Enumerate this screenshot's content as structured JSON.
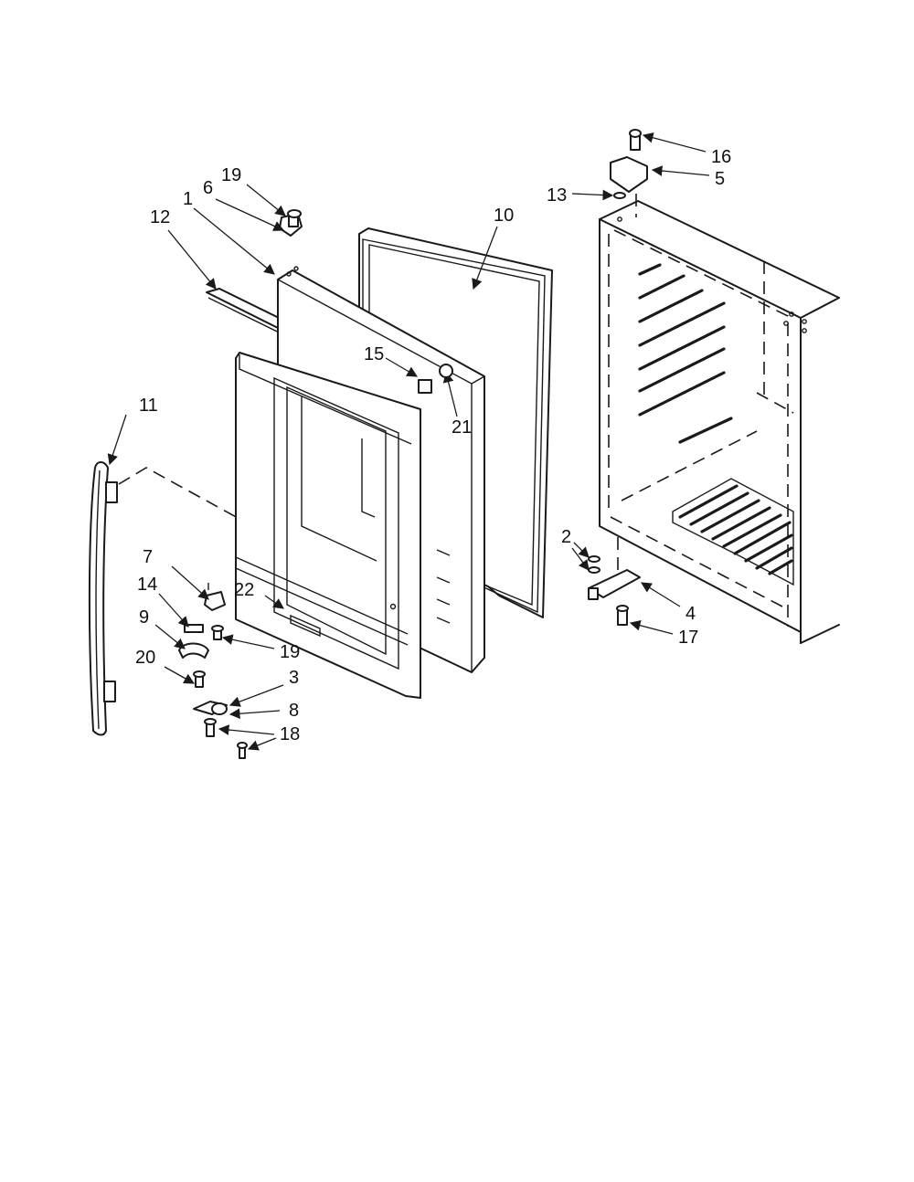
{
  "diagram": {
    "callouts": {
      "c1": "1",
      "c2": "2",
      "c3": "3",
      "c4": "4",
      "c5": "5",
      "c6": "6",
      "c7": "7",
      "c8": "8",
      "c9": "9",
      "c10": "10",
      "c11": "11",
      "c12": "12",
      "c13": "13",
      "c14": "14",
      "c15": "15",
      "c16": "16",
      "c17": "17",
      "c18": "18",
      "c19_top": "19",
      "c19_bottom": "19",
      "c20": "20",
      "c21": "21",
      "c22": "22"
    }
  }
}
